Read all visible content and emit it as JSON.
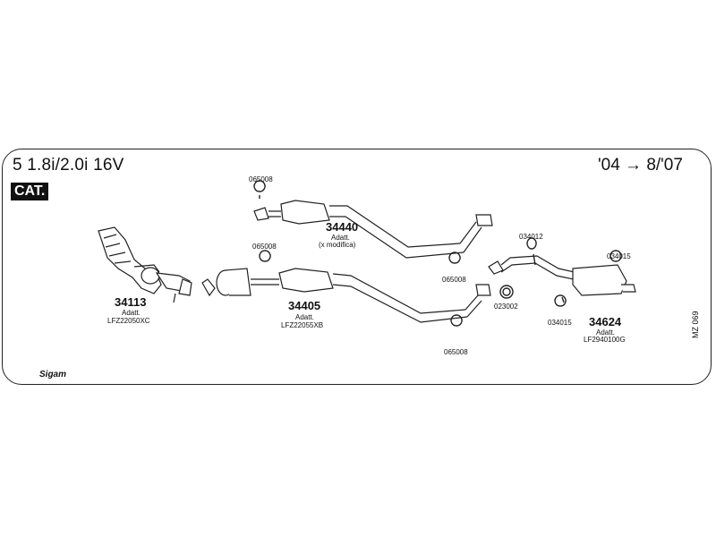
{
  "header": {
    "title": "5 1.8i/2.0i 16V",
    "years": "'04 → 8/'07",
    "cat_label": "CAT."
  },
  "parts": {
    "p34113": {
      "number": "34113",
      "note1": "Adatt.",
      "note2": "LFZ22050XC"
    },
    "p34405": {
      "number": "34405",
      "note1": "Adatt.",
      "note2": "LFZ22055XB"
    },
    "p34440": {
      "number": "34440",
      "note1": "Adatt.",
      "note2": "(x modifica)"
    },
    "p34624": {
      "number": "34624",
      "note1": "Adatt.",
      "note2": "LF2940100G"
    }
  },
  "codes": {
    "c065008_a": "065008",
    "c065008_b": "065008",
    "c065008_c": "065008",
    "c065008_d": "065008",
    "c034012": "034012",
    "c034015_a": "034015",
    "c034015_b": "034015",
    "c023002": "023002"
  },
  "footer": {
    "brand": "Sigam",
    "ref": "MZ 069"
  }
}
